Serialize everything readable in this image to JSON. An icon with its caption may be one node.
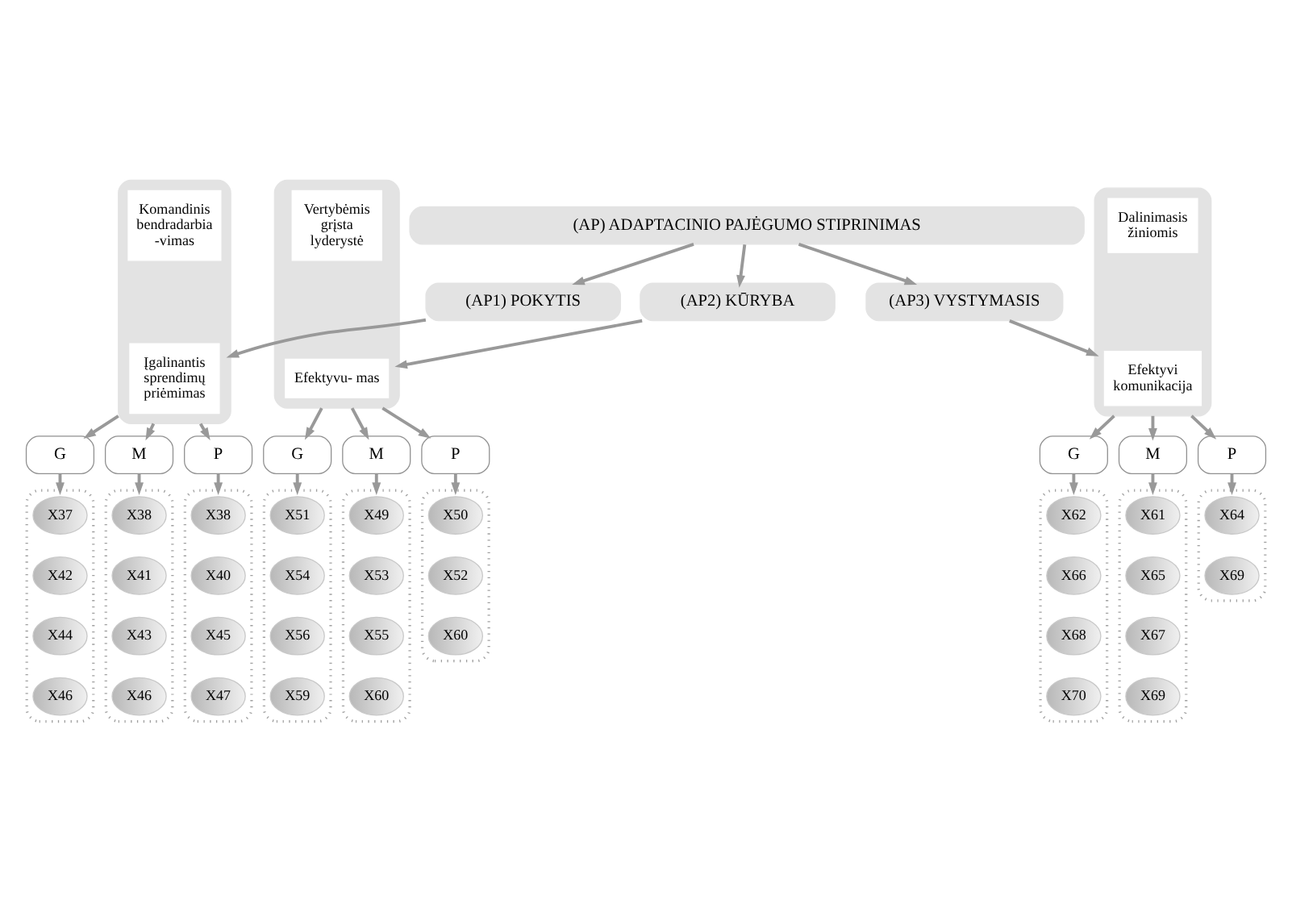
{
  "diagram": {
    "nodes": [
      {
        "text": [
          "(AP) ADAPTACINIO PAJĖGUMO STIPRINIMAS"
        ]
      },
      {
        "text": [
          "(AP1) POKYTIS"
        ]
      },
      {
        "text": [
          "(AP2) KŪRYBA"
        ]
      },
      {
        "text": [
          "(AP3) VYSTYMASIS"
        ]
      },
      {
        "text": [],
        "shape": "box"
      },
      {
        "text": [],
        "shape": "box"
      },
      {
        "text": [],
        "shape": "box"
      },
      {
        "text": [
          "Įgalinantis sprendimų priėmimas"
        ],
        "in": 4
      },
      {
        "text": [
          "Komandinis bendradarbia -vimas"
        ],
        "in": 4
      },
      {
        "text": [
          "Efektyvu- mas"
        ],
        "in": 5
      },
      {
        "text": [
          "Vertybėmis grįsta lyderystė"
        ],
        "in": 5
      },
      {
        "text": [
          "Efektyvi komunikacija"
        ],
        "in": 6
      },
      {
        "text": [
          "Dalinimasis žiniomis"
        ],
        "in": 6
      },
      {
        "text": [
          "G"
        ]
      },
      {
        "text": [
          "M"
        ]
      },
      {
        "text": [
          "P"
        ]
      },
      {
        "text": [
          "G"
        ]
      },
      {
        "text": [
          "M"
        ]
      },
      {
        "text": [
          "P"
        ]
      },
      {
        "text": [
          "G"
        ]
      },
      {
        "text": [
          "M"
        ]
      },
      {
        "text": [
          "P"
        ]
      },
      {
        "text": [],
        "shape": "box"
      },
      {
        "text": [
          "X37"
        ],
        "in": 22
      },
      {
        "text": [
          "X42"
        ],
        "in": 22
      },
      {
        "text": [
          "X44"
        ],
        "in": 22
      },
      {
        "text": [
          "X46"
        ],
        "in": 22
      },
      {
        "text": [],
        "shape": "box"
      },
      {
        "text": [
          "X38"
        ],
        "in": 27
      },
      {
        "text": [
          "X41"
        ],
        "in": 27
      },
      {
        "text": [
          "X43"
        ],
        "in": 27
      },
      {
        "text": [
          "X46"
        ],
        "in": 27
      },
      {
        "text": [],
        "shape": "box"
      },
      {
        "text": [
          "X38"
        ],
        "in": 32
      },
      {
        "text": [
          "X40"
        ],
        "in": 32
      },
      {
        "text": [
          "X45"
        ],
        "in": 32
      },
      {
        "text": [
          "X47"
        ],
        "in": 32
      },
      {
        "text": [],
        "shape": "box"
      },
      {
        "text": [
          "X51"
        ],
        "in": 37
      },
      {
        "text": [
          "X54"
        ],
        "in": 37
      },
      {
        "text": [
          "X56"
        ],
        "in": 37
      },
      {
        "text": [
          "X59"
        ],
        "in": 37
      },
      {
        "text": [],
        "shape": "box"
      },
      {
        "text": [
          "X49"
        ],
        "in": 42
      },
      {
        "text": [
          "X53"
        ],
        "in": 42
      },
      {
        "text": [
          "X55"
        ],
        "in": 42
      },
      {
        "text": [
          "X60"
        ],
        "in": 42
      },
      {
        "text": [],
        "shape": "box"
      },
      {
        "text": [
          "X50"
        ],
        "in": 47
      },
      {
        "text": [
          "X52"
        ],
        "in": 47
      },
      {
        "text": [
          "X60"
        ],
        "in": 47
      },
      {
        "text": [],
        "shape": "box"
      },
      {
        "text": [
          "X62"
        ],
        "in": 51
      },
      {
        "text": [
          "X66"
        ],
        "in": 51
      },
      {
        "text": [
          "X68"
        ],
        "in": 51
      },
      {
        "text": [
          "X70"
        ],
        "in": 51
      },
      {
        "text": [],
        "shape": "box"
      },
      {
        "text": [
          "X61"
        ],
        "in": 56
      },
      {
        "text": [
          "X65"
        ],
        "in": 56
      },
      {
        "text": [
          "X67"
        ],
        "in": 56
      },
      {
        "text": [
          "X69"
        ],
        "in": 56
      },
      {
        "text": [],
        "shape": "box"
      },
      {
        "text": [
          "X64"
        ],
        "in": 61
      },
      {
        "text": [
          "X69"
        ],
        "in": 61
      }
    ],
    "edges": [
      {
        "from": 0,
        "to": 1,
        "arrow": "to"
      },
      {
        "from": 0,
        "to": 2,
        "arrow": "to"
      },
      {
        "from": 0,
        "to": 3,
        "arrow": "to"
      },
      {
        "from": 1,
        "to": 4,
        "arrow": "to"
      },
      {
        "from": 2,
        "to": 5,
        "arrow": "to"
      },
      {
        "from": 3,
        "to": 6,
        "arrow": "to"
      },
      {
        "from": 4,
        "to": 13,
        "arrow": "to"
      },
      {
        "from": 4,
        "to": 14,
        "arrow": "to"
      },
      {
        "from": 4,
        "to": 15,
        "arrow": "to"
      },
      {
        "from": 5,
        "to": 16,
        "arrow": "to"
      },
      {
        "from": 5,
        "to": 17,
        "arrow": "to"
      },
      {
        "from": 5,
        "to": 18,
        "arrow": "to"
      },
      {
        "from": 6,
        "to": 19,
        "arrow": "to"
      },
      {
        "from": 6,
        "to": 20,
        "arrow": "to"
      },
      {
        "from": 6,
        "to": 21,
        "arrow": "to"
      },
      {
        "from": 13,
        "to": 22,
        "arrow": "to"
      },
      {
        "from": 14,
        "to": 27,
        "arrow": "to"
      },
      {
        "from": 15,
        "to": 32,
        "arrow": "to"
      },
      {
        "from": 16,
        "to": 37,
        "arrow": "to"
      },
      {
        "from": 17,
        "to": 42,
        "arrow": "to"
      },
      {
        "from": 18,
        "to": 47,
        "arrow": "to"
      },
      {
        "from": 19,
        "to": 51,
        "arrow": "to"
      },
      {
        "from": 20,
        "to": 56,
        "arrow": "to"
      },
      {
        "from": 21,
        "to": 61,
        "arrow": "to"
      }
    ]
  }
}
